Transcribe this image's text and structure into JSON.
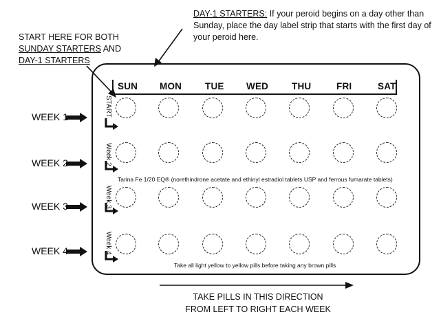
{
  "day1_note": {
    "label": "DAY-1 STARTERS:",
    "text": " If your peroid begins on a day other than Sunday, place the day label strip that starts with the first day of your peroid here."
  },
  "start_note": {
    "line1": "START HERE FOR BOTH",
    "line2_u": "SUNDAY STARTERS",
    "line2_rest": " AND",
    "line3_u": "DAY-1 STARTERS"
  },
  "days": [
    "SUN",
    "MON",
    "TUE",
    "WED",
    "THU",
    "FRI",
    "SAT"
  ],
  "weeks": [
    "WEEK 1",
    "WEEK 2",
    "WEEK 3",
    "WEEK 4"
  ],
  "row_labels": [
    "START",
    "Week 2",
    "Week 3",
    "Week 4"
  ],
  "product_text": "Tarina Fe 1/20 EQ® (norethindrone acetate and ethinyl estradiol tablets USP and ferrous fumarate tablets)",
  "note_text": "Take all light yellow to yellow pills before taking any brown pills",
  "direction": {
    "line1": "TAKE PILLS IN THIS DIRECTION",
    "line2": "FROM LEFT TO RIGHT EACH WEEK"
  },
  "icons": {
    "week_arrow": "right-arrow-icon",
    "row_arrow": "hook-arrow-icon",
    "pointer": "pointer-arrow-icon",
    "direction": "long-right-arrow-icon"
  }
}
